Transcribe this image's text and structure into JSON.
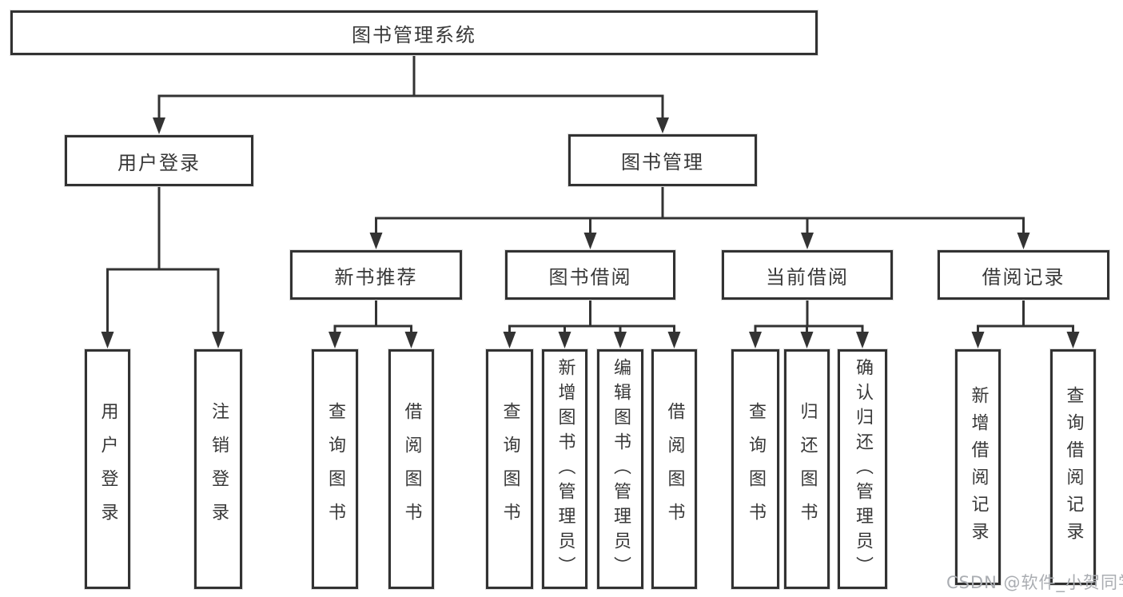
{
  "diagram": {
    "root": {
      "label": "图书管理系统"
    },
    "branches": [
      {
        "label": "用户登录",
        "children": [
          {
            "label": "用户登录"
          },
          {
            "label": "注销登录"
          }
        ]
      },
      {
        "label": "图书管理",
        "children": [
          {
            "label": "新书推荐",
            "children": [
              {
                "label": "查询图书"
              },
              {
                "label": "借阅图书"
              }
            ]
          },
          {
            "label": "图书借阅",
            "children": [
              {
                "label": "查询图书"
              },
              {
                "label": "新增图书（管理员）"
              },
              {
                "label": "编辑图书（管理员）"
              },
              {
                "label": "借阅图书"
              }
            ]
          },
          {
            "label": "当前借阅",
            "children": [
              {
                "label": "查询图书"
              },
              {
                "label": "归还图书"
              },
              {
                "label": "确认归还（管理员）"
              }
            ]
          },
          {
            "label": "借阅记录",
            "children": [
              {
                "label": "新增借阅记录"
              },
              {
                "label": "查询借阅记录"
              }
            ]
          }
        ]
      }
    ]
  },
  "watermark": {
    "text": "CSDN @软件_小贺同学"
  },
  "colors": {
    "line": "#333333",
    "border": "#323232",
    "text": "#383838",
    "watermark": "#aaadb2"
  }
}
